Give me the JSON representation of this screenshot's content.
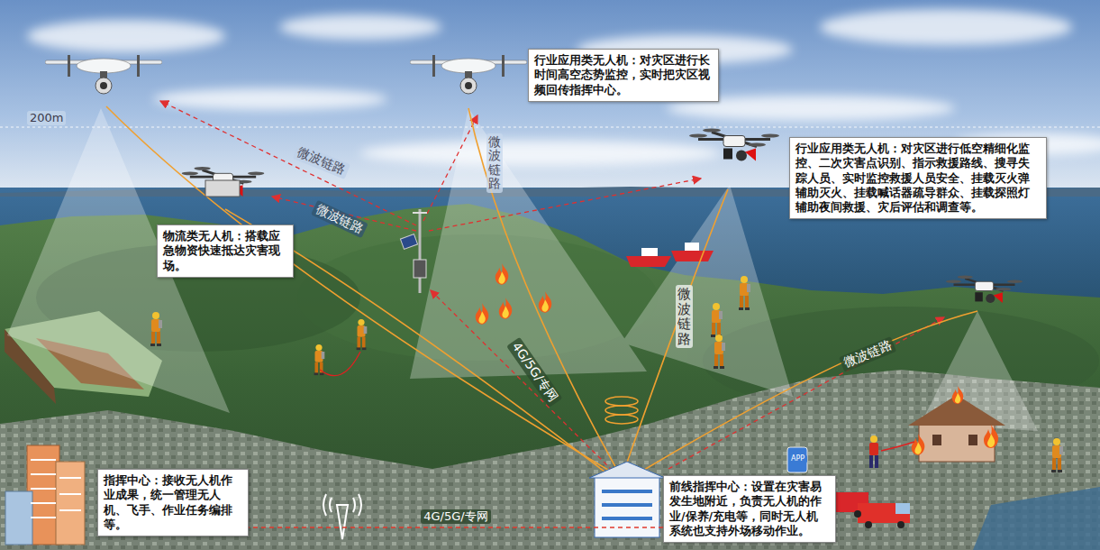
{
  "diagram": {
    "nodes": [
      {
        "text": [
          "行业应用类无人机：对灾区进行长时间高空态势监控，实时把灾区视频回传指挥中心。"
        ]
      },
      {
        "text": [
          "行业应用类无人机：对灾区进行低空精细化监控、二次灾害点识别、指示救援路线、搜寻失踪人员、实时监控救援人员安全、挂载灭火弹辅助灭火、挂载喊话器疏导群众、挂载探照灯辅助夜间救援、灾后评估和调查等。"
        ]
      },
      {
        "text": [
          "物流类无人机：搭载应急物资快速抵达灾害现场。"
        ]
      },
      {
        "text": [
          "指挥中心：接收无人机作业成果，统一管理无人机、飞手、作业任务编排等。"
        ]
      },
      {
        "text": [
          "前线指挥中心：设置在灾害易发生地附近，负责无人机的作业/保养/充电等，同时无人机系统也支持外场移动作业。"
        ]
      }
    ],
    "edges": [
      {
        "from": 4,
        "to": 3,
        "arrow": "none",
        "label": "4G/5G/专网"
      }
    ],
    "labels": [
      "200m",
      "微波链路",
      "微波链路",
      "微波链路",
      "4G/5G/专网",
      "微波链路",
      "微波链路",
      "APP"
    ]
  }
}
